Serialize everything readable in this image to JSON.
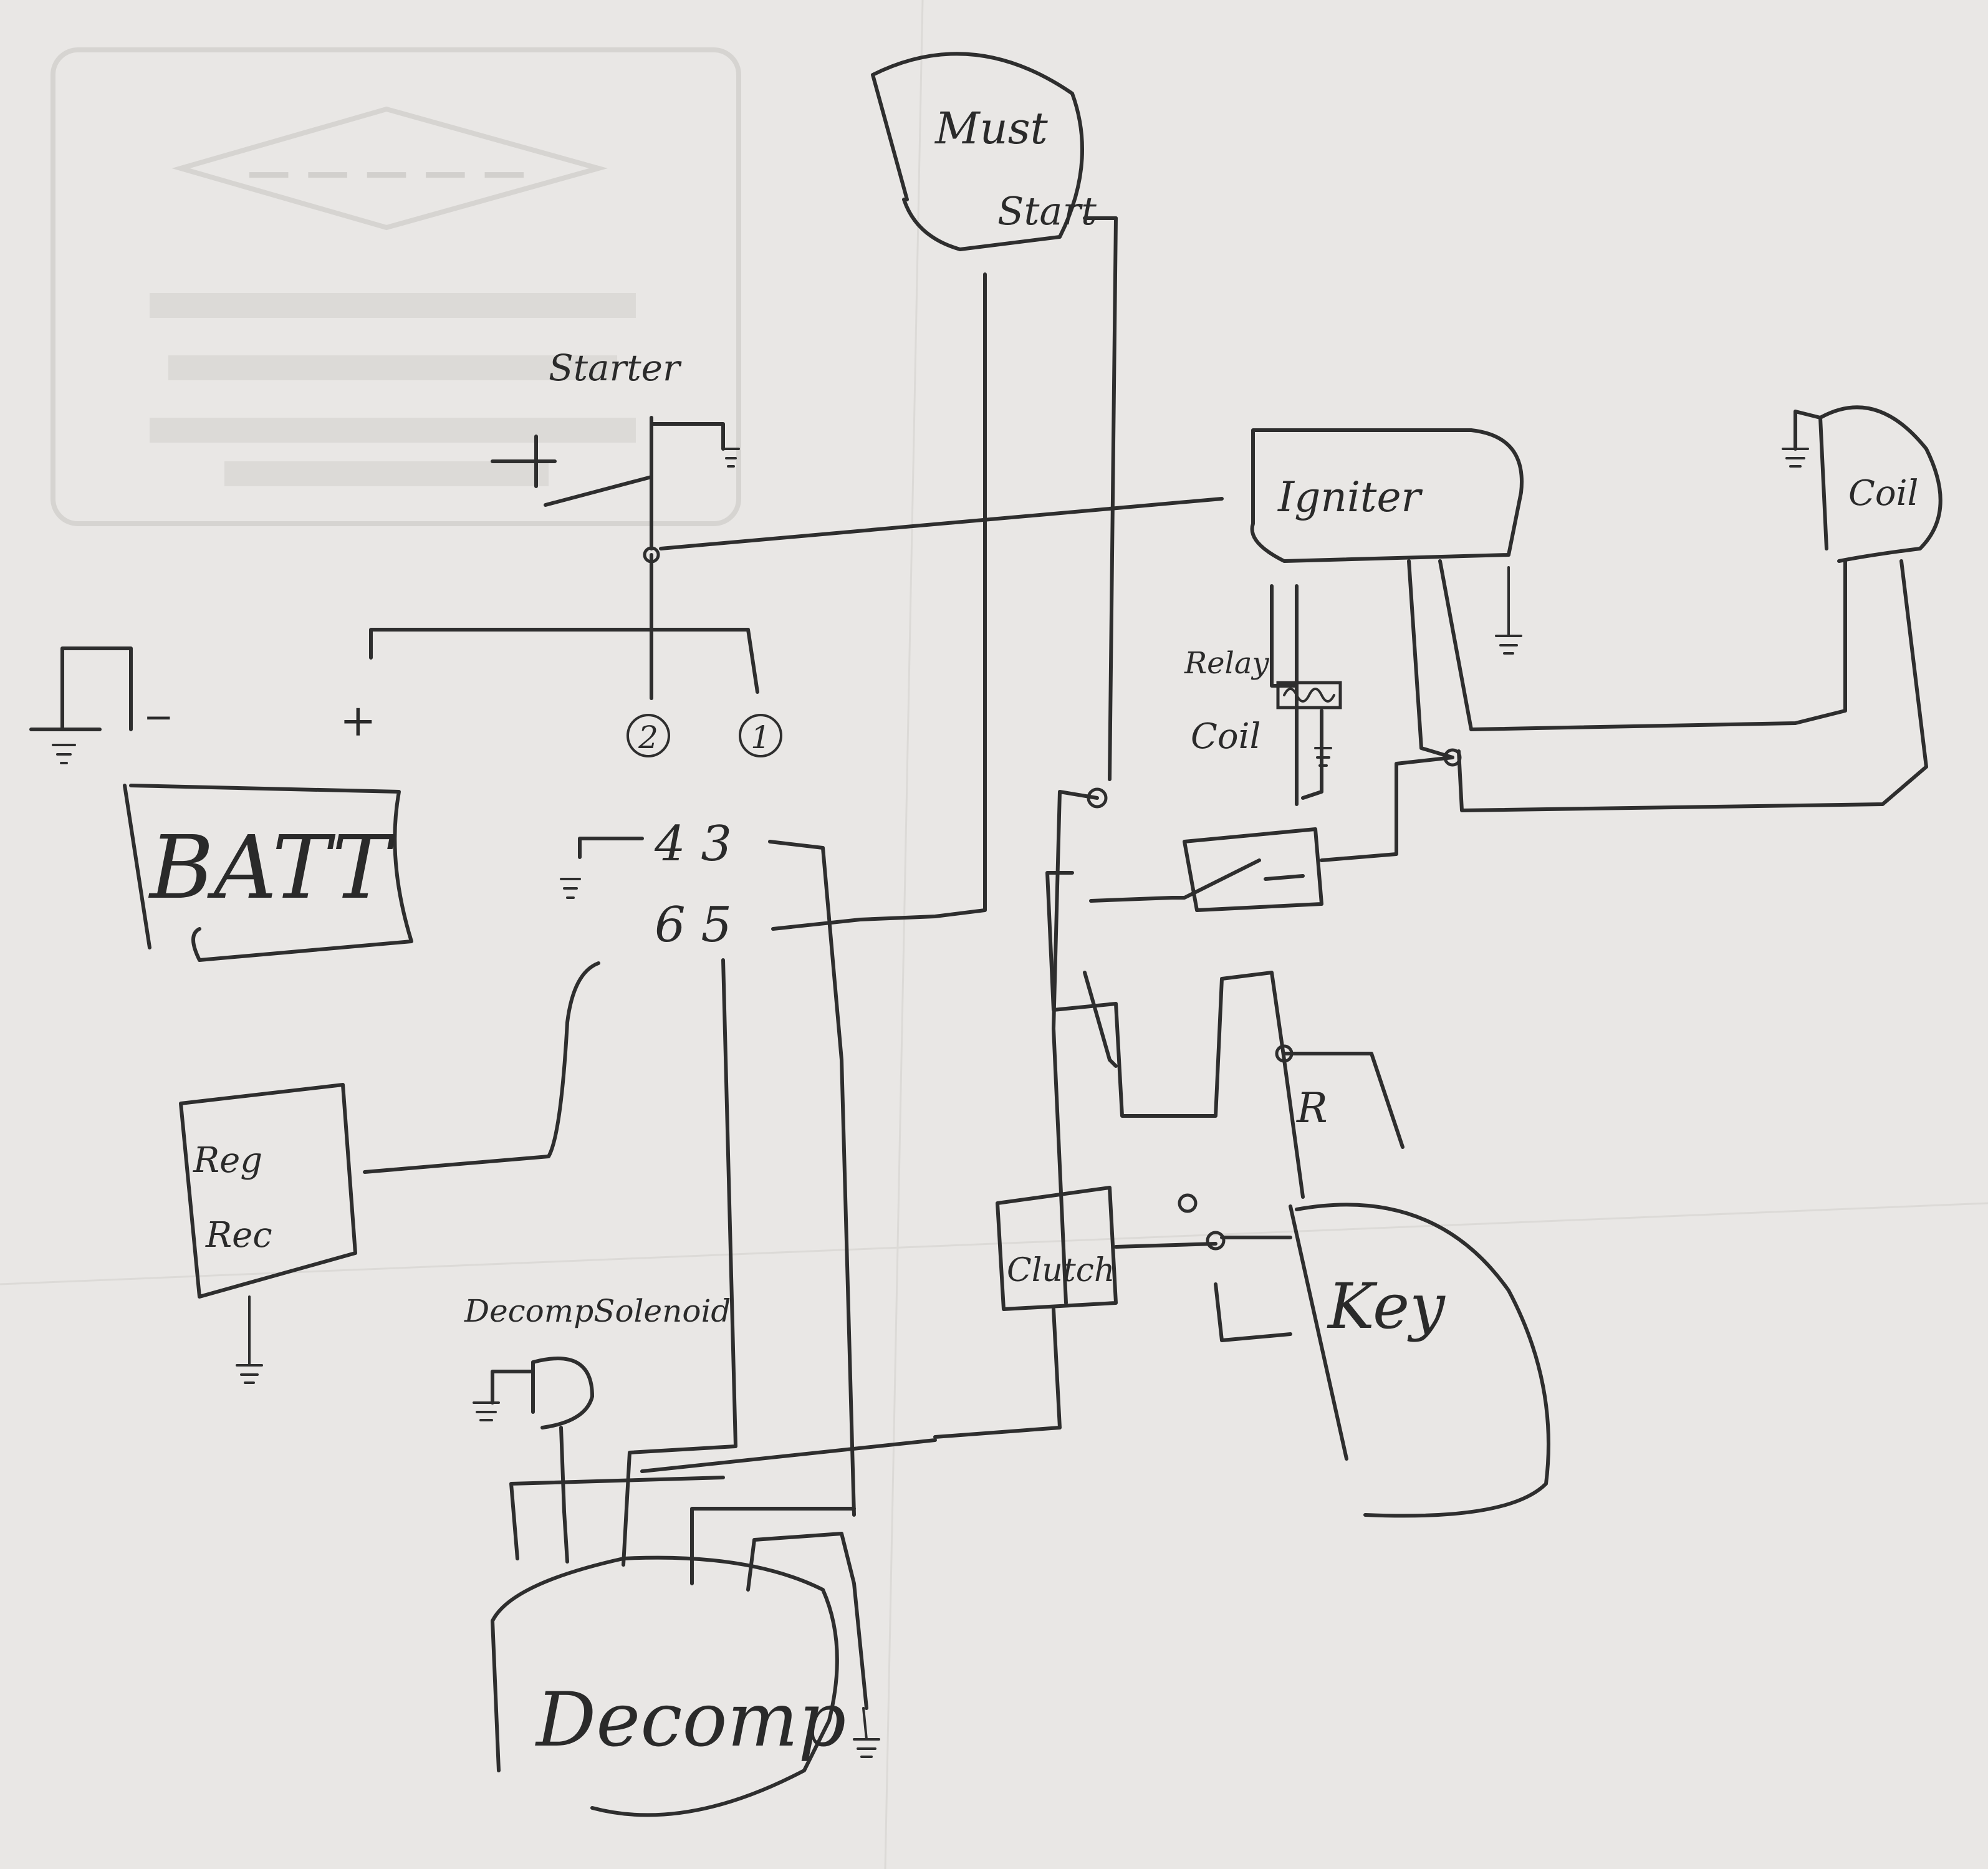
{
  "labels": {
    "must_start": [
      "Must",
      "Start"
    ],
    "starter": "Starter",
    "starter_plus": "+",
    "igniter": "Igniter",
    "coil": "Coil",
    "relay_coil": [
      "Relay",
      "Coil"
    ],
    "battery_minus": "−",
    "battery_plus": "+",
    "terminal_2": "2",
    "terminal_1": "1",
    "battery": "BATT",
    "connector_top": "4 3",
    "connector_bottom": "6 5",
    "reg_rec": [
      "Reg",
      "Rec"
    ],
    "r_label": "R",
    "clutch": "Clutch",
    "key": "Key",
    "decomp_solenoid": "DecompSolenoid",
    "decomp": "Decomp"
  },
  "icons": {
    "ground": "ground-symbol-icon",
    "junction": "junction-dot-icon",
    "switch": "switch-icon"
  },
  "colors": {
    "paper": "#e9e7e5",
    "pencil": "#2e2e2e",
    "watermark": "#d6d4d1"
  }
}
